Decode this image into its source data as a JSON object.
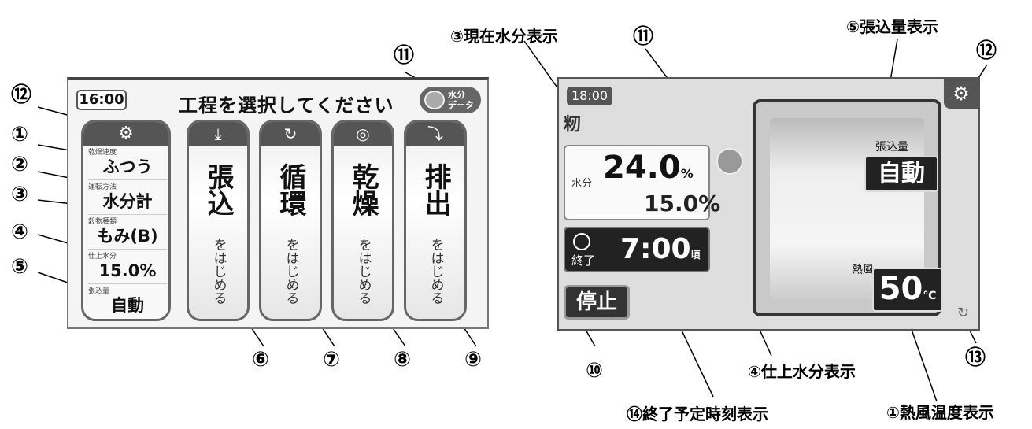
{
  "left_screen": {
    "time": "16:00",
    "title": "工程を選択してください",
    "data_button": [
      "水分",
      "データ"
    ],
    "settings": [
      {
        "label": "乾燥速度",
        "value": "ふつう"
      },
      {
        "label": "運転方法",
        "value": "水分計"
      },
      {
        "label": "穀物種類",
        "value": "もみ(B)"
      },
      {
        "label": "仕上水分",
        "value": "15.0%"
      },
      {
        "label": "張込量",
        "value": "自動"
      }
    ],
    "processes": [
      {
        "name": "張込",
        "action": "をはじめる",
        "icon": "load-in-icon"
      },
      {
        "name": "循環",
        "action": "をはじめる",
        "icon": "circulate-icon"
      },
      {
        "name": "乾燥",
        "action": "をはじめる",
        "icon": "dry-icon"
      },
      {
        "name": "排出",
        "action": "をはじめる",
        "icon": "discharge-icon"
      }
    ]
  },
  "right_screen": {
    "time": "18:00",
    "grain": "籾",
    "current_moisture": "24.0",
    "moisture_unit": "%",
    "moisture_label": "水分",
    "finish_moisture": "15.0%",
    "end_time": "7:00",
    "end_time_suffix": "頃",
    "end_label": "終了",
    "stop_button": "停止",
    "load_label": "張込量",
    "load_value": "自動",
    "hot_air_label": "熱風",
    "hot_air_temp": "50",
    "hot_air_unit": "℃"
  },
  "callouts_left": [
    "⑪",
    "⑫",
    "①",
    "②",
    "③",
    "④",
    "⑤",
    "⑥",
    "⑦",
    "⑧",
    "⑨"
  ],
  "callouts_right": {
    "c3": "③現在水分表示",
    "c11": "⑪",
    "c5": "⑤張込量表示",
    "c12": "⑫",
    "c4": "④仕上水分表示",
    "c13": "⑬",
    "c10": "⑩",
    "c14": "⑭終了予定時刻表示",
    "c1": "①熱風温度表示"
  }
}
